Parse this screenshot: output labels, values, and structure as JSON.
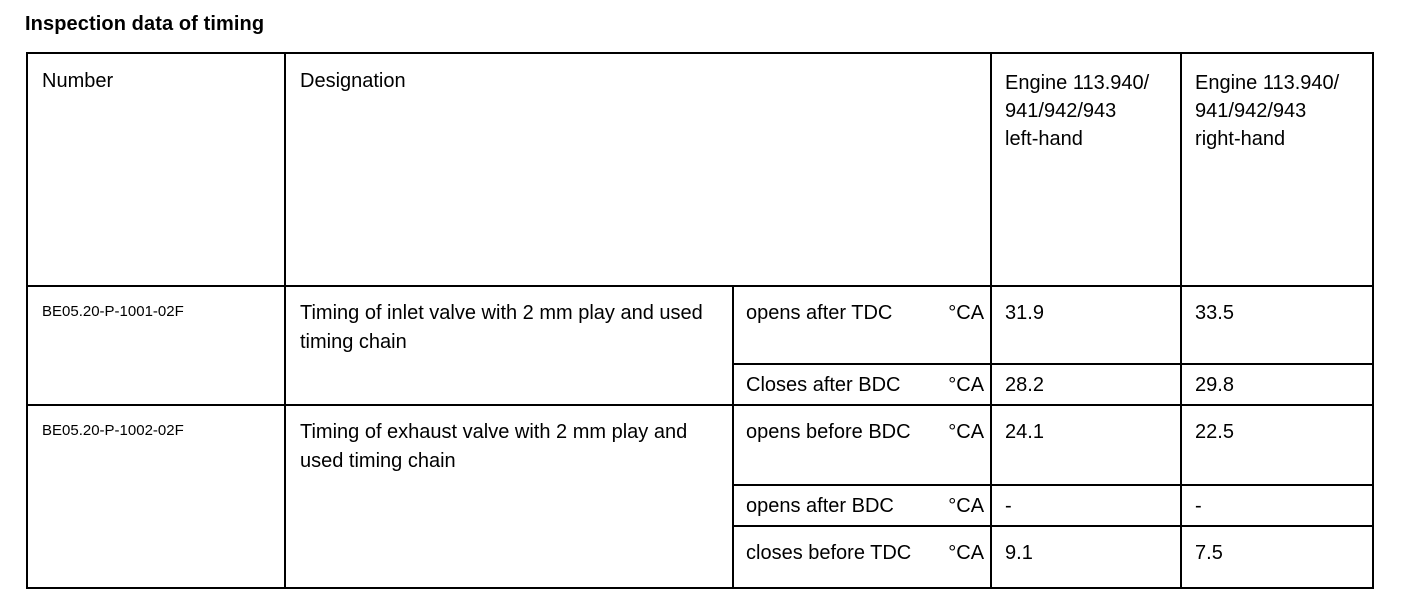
{
  "document": {
    "title": "Inspection data of timing"
  },
  "table": {
    "headers": {
      "number": "Number",
      "designation": "Designation",
      "engine_left": "Engine 113.940/\n941/942/943\nleft-hand",
      "engine_right": "Engine 113.940/\n941/942/943\nright-hand"
    },
    "groups": [
      {
        "number": "BE05.20-P-1001-02F",
        "designation": "Timing of inlet valve with 2 mm play and used timing chain",
        "rows": [
          {
            "event": "opens after TDC",
            "unit": "°CA",
            "left": "31.9",
            "right": "33.5"
          },
          {
            "event": "Closes after BDC",
            "unit": "°CA",
            "left": "28.2",
            "right": "29.8"
          }
        ]
      },
      {
        "number": "BE05.20-P-1002-02F",
        "designation": "Timing of exhaust valve with 2 mm play and used timing chain",
        "rows": [
          {
            "event": "opens before BDC",
            "unit": "°CA",
            "left": "24.1",
            "right": "22.5"
          },
          {
            "event": "opens after BDC",
            "unit": "°CA",
            "left": "-",
            "right": "-"
          },
          {
            "event": "closes before TDC",
            "unit": "°CA",
            "left": "9.1",
            "right": "7.5"
          }
        ]
      }
    ]
  }
}
